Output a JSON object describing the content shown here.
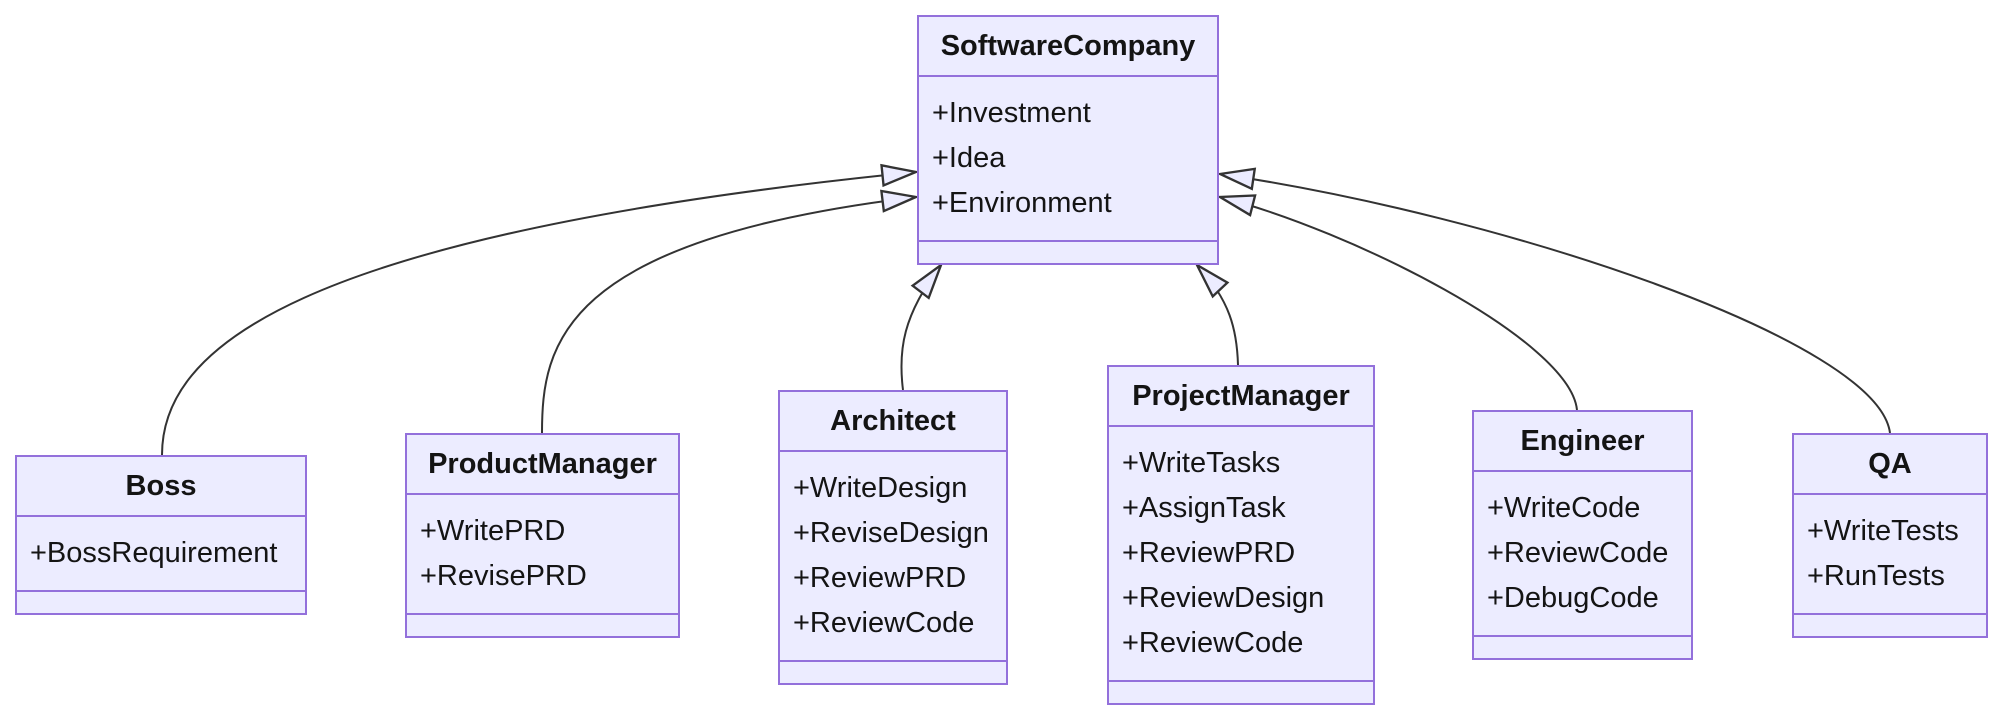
{
  "diagram": {
    "type": "uml-class-diagram",
    "colors": {
      "node_fill": "#ECECFF",
      "node_border": "#9370DB",
      "edge_line": "#333333",
      "arrowhead_fill": "#ECECFF",
      "text": "#141414",
      "background": "#ffffff"
    },
    "classes": [
      {
        "name": "SoftwareCompany",
        "attributes": [
          "+Investment",
          "+Idea",
          "+Environment"
        ],
        "methods": []
      },
      {
        "name": "Boss",
        "attributes": [
          "+BossRequirement"
        ],
        "methods": []
      },
      {
        "name": "ProductManager",
        "attributes": [
          "+WritePRD",
          "+RevisePRD"
        ],
        "methods": []
      },
      {
        "name": "Architect",
        "attributes": [
          "+WriteDesign",
          "+ReviseDesign",
          "+ReviewPRD",
          "+ReviewCode"
        ],
        "methods": []
      },
      {
        "name": "ProjectManager",
        "attributes": [
          "+WriteTasks",
          "+AssignTask",
          "+ReviewPRD",
          "+ReviewDesign",
          "+ReviewCode"
        ],
        "methods": []
      },
      {
        "name": "Engineer",
        "attributes": [
          "+WriteCode",
          "+ReviewCode",
          "+DebugCode"
        ],
        "methods": []
      },
      {
        "name": "QA",
        "attributes": [
          "+WriteTests",
          "+RunTests"
        ],
        "methods": []
      }
    ],
    "relationships": [
      {
        "from": "Boss",
        "to": "SoftwareCompany",
        "type": "inheritance"
      },
      {
        "from": "ProductManager",
        "to": "SoftwareCompany",
        "type": "inheritance"
      },
      {
        "from": "Architect",
        "to": "SoftwareCompany",
        "type": "inheritance"
      },
      {
        "from": "ProjectManager",
        "to": "SoftwareCompany",
        "type": "inheritance"
      },
      {
        "from": "Engineer",
        "to": "SoftwareCompany",
        "type": "inheritance"
      },
      {
        "from": "QA",
        "to": "SoftwareCompany",
        "type": "inheritance"
      }
    ]
  }
}
